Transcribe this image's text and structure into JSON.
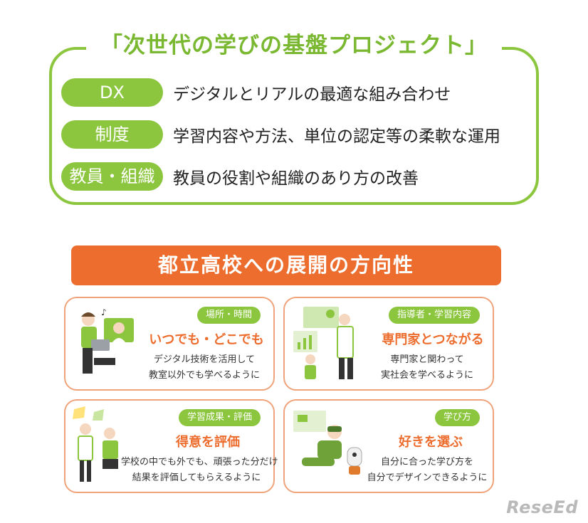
{
  "project": {
    "title": "「次世代の学びの基盤プロジェクト」",
    "rows": [
      {
        "label": "DX",
        "text": "デジタルとリアルの最適な組み合わせ"
      },
      {
        "label": "制度",
        "text": "学習内容や方法、単位の認定等の柔軟な運用"
      },
      {
        "label": "教員・組織",
        "text": "教員の役割や組織のあり方の改善"
      }
    ]
  },
  "banner": {
    "title": "都立高校への展開の方向性"
  },
  "cards": [
    {
      "tag": "場所・時間",
      "heading": "いつでも・どこでも",
      "line1": "デジタル技術を活用して",
      "line2": "教室以外でも学べるように"
    },
    {
      "tag": "指導者・学習内容",
      "heading": "専門家とつながる",
      "line1": "専門家と関わって",
      "line2": "実社会を学べるように"
    },
    {
      "tag": "学習成果・評価",
      "heading": "得意を評価",
      "line1": "学校の中でも外でも、頑張った分だけ",
      "line2": "結果を評価してもらえるように"
    },
    {
      "tag": "学び方",
      "heading": "好きを選ぶ",
      "line1": "自分に合った学び方を",
      "line2": "自分でデザインできるように"
    }
  ],
  "logo": {
    "text": "ReseEd"
  },
  "colors": {
    "green": "#8cc63f",
    "orange": "#ec6d2d",
    "card_border": "#f0a37a"
  }
}
